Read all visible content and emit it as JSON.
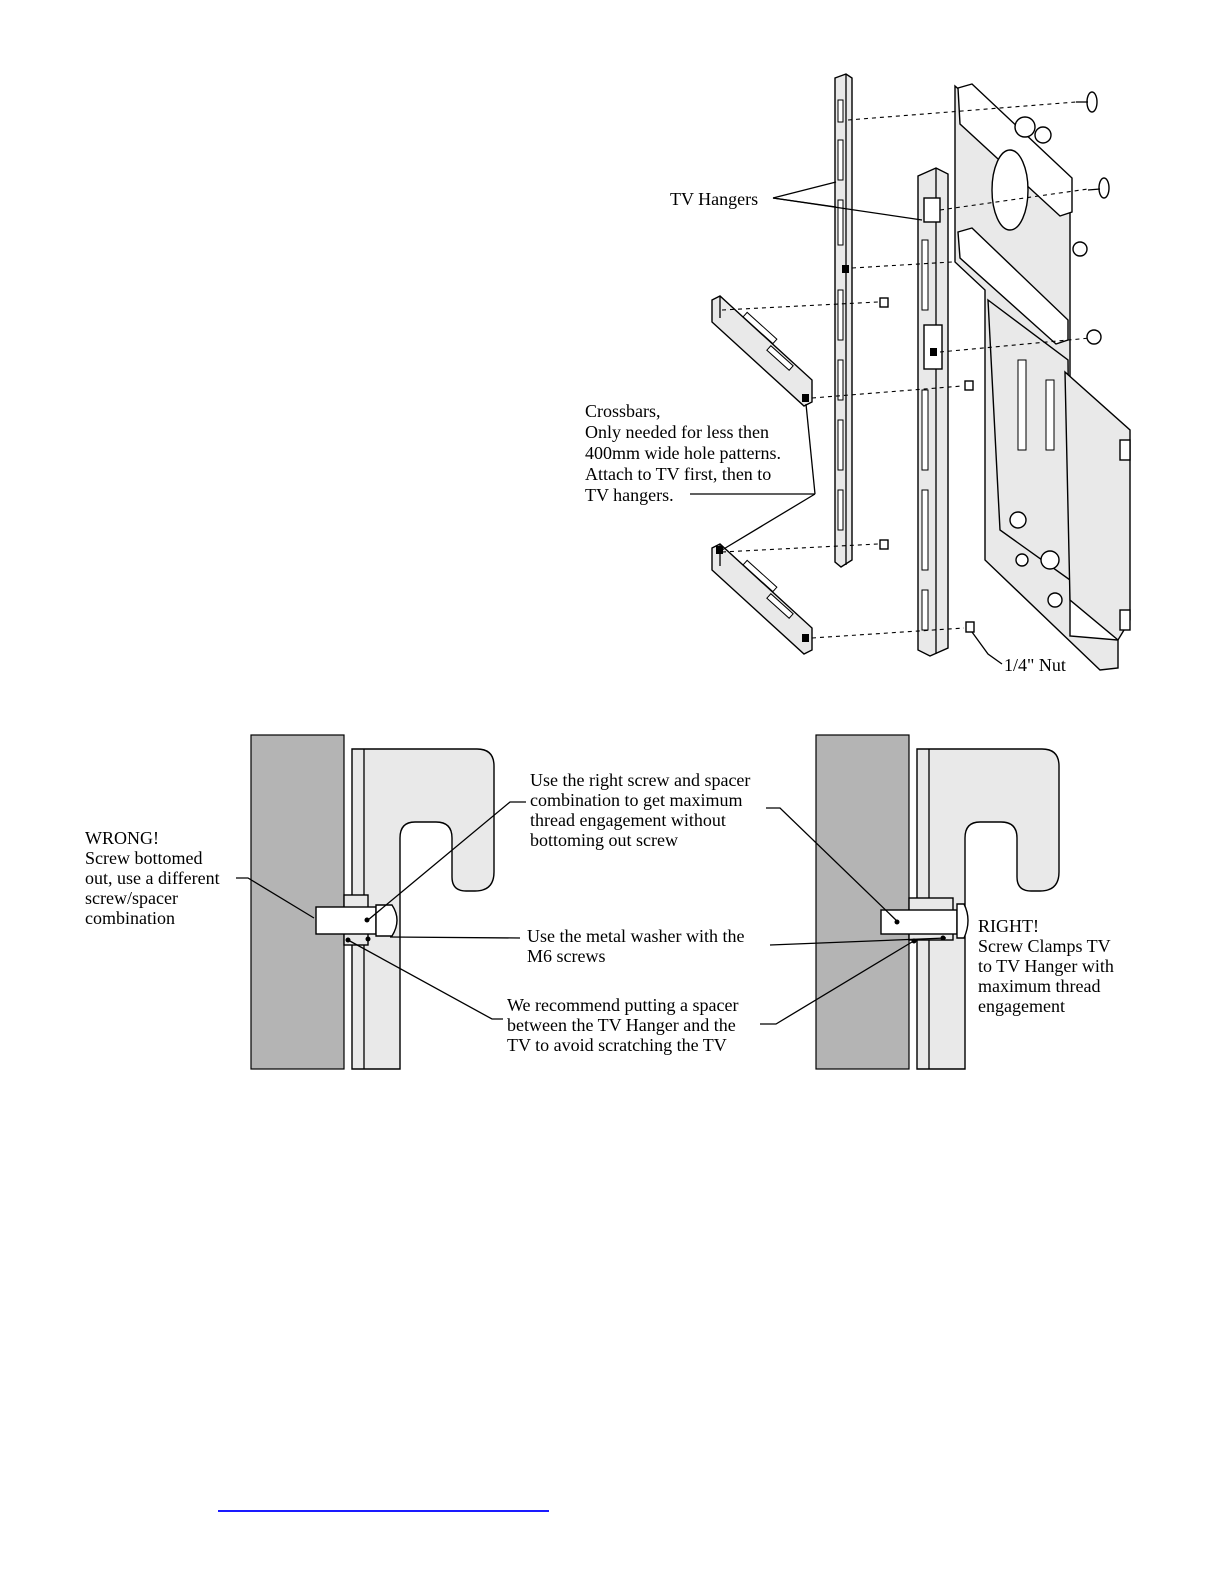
{
  "exploded_view": {
    "labels": {
      "tv_hangers": "TV Hangers",
      "crossbars": [
        "Crossbars,",
        "Only needed for less then",
        "400mm wide hole patterns.",
        "Attach to TV first, then to",
        "TV hangers."
      ],
      "nut": "1/4\" Nut"
    }
  },
  "detail_view": {
    "labels": {
      "wrong": [
        "WRONG!",
        "Screw bottomed",
        "out, use a different",
        "screw/spacer",
        "combination"
      ],
      "right_combo": [
        "Use the right screw and spacer",
        "combination to get maximum",
        "thread engagement without",
        "bottoming out screw"
      ],
      "washer": [
        "Use the metal washer with the",
        "M6 screws"
      ],
      "spacer": [
        "We recommend putting a spacer",
        "between the TV Hanger and the",
        "TV to avoid scratching the TV"
      ],
      "right": [
        "RIGHT!",
        "Screw Clamps TV",
        "to TV Hanger with",
        "maximum thread",
        "engagement"
      ]
    }
  },
  "colors": {
    "link": "#1a1aff",
    "wall": "#b4b4b4",
    "hanger": "#e6e6e6"
  }
}
